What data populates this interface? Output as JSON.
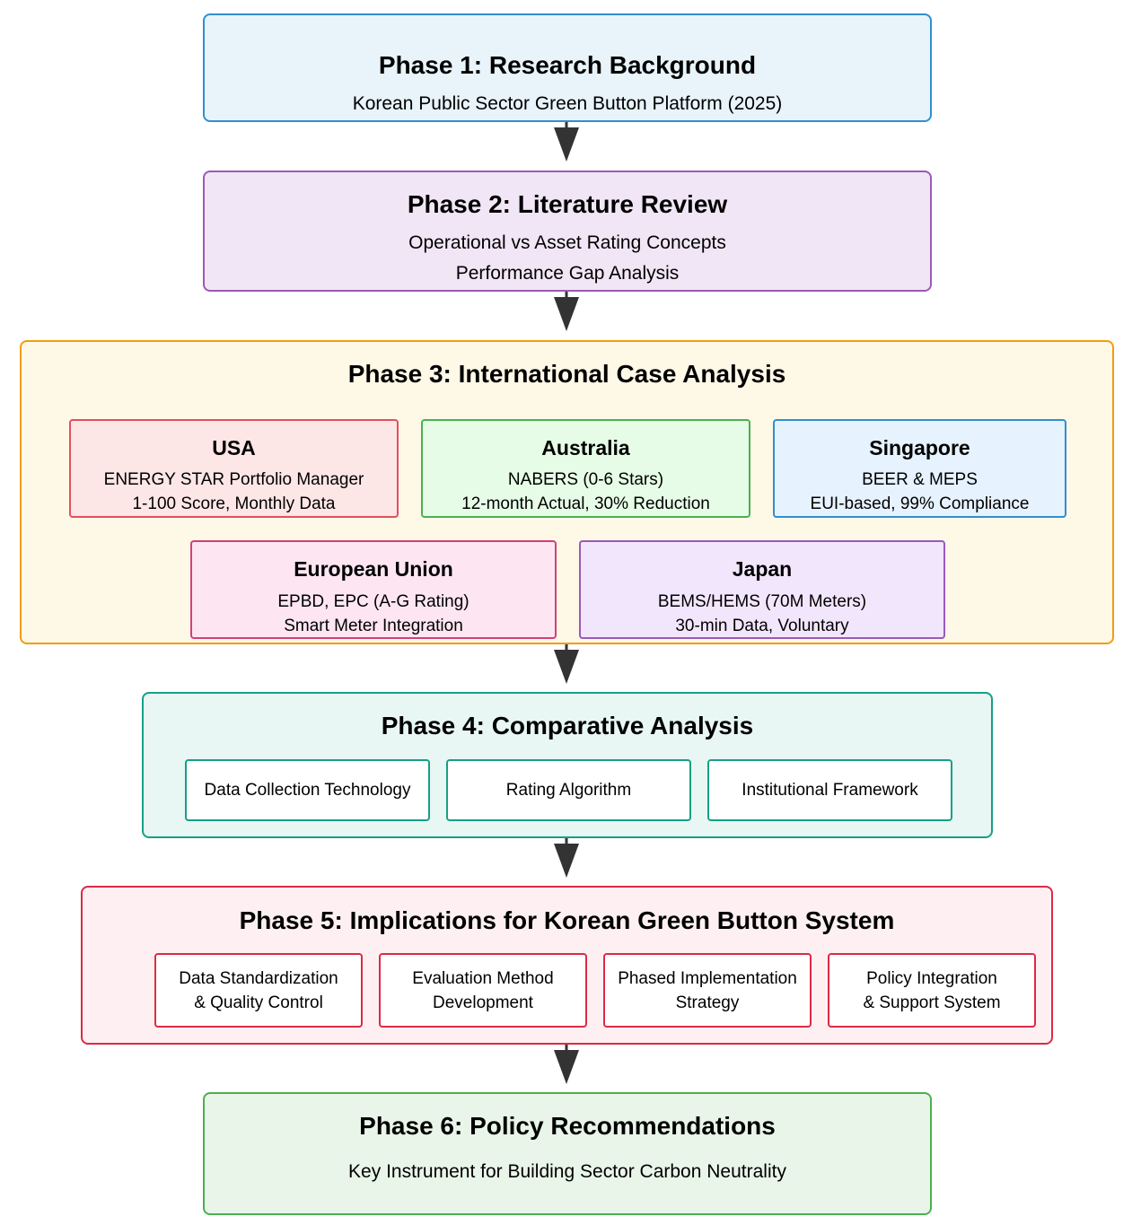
{
  "phases": [
    {
      "title": "Phase 1: Research Background",
      "lines": [
        "Korean Public Sector Green Button Platform (2025)"
      ],
      "fill": "#e8f4fa",
      "border": "#2f8fd0"
    },
    {
      "title": "Phase 2: Literature Review",
      "lines": [
        "Operational vs Asset Rating Concepts",
        "Performance Gap Analysis"
      ],
      "fill": "#f1e6f5",
      "border": "#9b59b6"
    },
    {
      "title": "Phase 3: International Case Analysis",
      "fill": "#fef8e7",
      "border": "#f39c12",
      "countries": [
        {
          "name": "USA",
          "lines": [
            "ENERGY STAR Portfolio Manager",
            "1-100 Score, Monthly Data"
          ],
          "fill": "#fde6e6",
          "border": "#e05060"
        },
        {
          "name": "Australia",
          "lines": [
            "NABERS (0-6 Stars)",
            "12-month Actual, 30% Reduction"
          ],
          "fill": "#e6fce6",
          "border": "#4caf50"
        },
        {
          "name": "Singapore",
          "lines": [
            "BEER & MEPS",
            "EUI-based, 99% Compliance"
          ],
          "fill": "#e6f2fe",
          "border": "#2f8fd0"
        },
        {
          "name": "European Union",
          "lines": [
            "EPBD, EPC (A-G Rating)",
            "Smart Meter Integration"
          ],
          "fill": "#fde6f1",
          "border": "#d0407a"
        },
        {
          "name": "Japan",
          "lines": [
            "BEMS/HEMS (70M Meters)",
            "30-min Data, Voluntary"
          ],
          "fill": "#f2e6fd",
          "border": "#9b59b6"
        }
      ]
    },
    {
      "title": "Phase 4: Comparative Analysis",
      "fill": "#e8f6f4",
      "border": "#16a085",
      "items": [
        {
          "lines": [
            "Data Collection Technology"
          ]
        },
        {
          "lines": [
            "Rating Algorithm"
          ]
        },
        {
          "lines": [
            "Institutional Framework"
          ]
        }
      ]
    },
    {
      "title": "Phase 5: Implications for Korean Green Button System",
      "fill": "#fef0f2",
      "border": "#dc2a45",
      "items": [
        {
          "lines": [
            "Data Standardization",
            "& Quality Control"
          ]
        },
        {
          "lines": [
            "Evaluation Method",
            "Development"
          ]
        },
        {
          "lines": [
            "Phased Implementation",
            "Strategy"
          ]
        },
        {
          "lines": [
            "Policy Integration",
            "& Support System"
          ]
        }
      ]
    },
    {
      "title": "Phase 6: Policy Recommendations",
      "lines": [
        "Key Instrument for Building Sector Carbon Neutrality"
      ],
      "fill": "#e9f5e9",
      "border": "#4caf50"
    }
  ],
  "arrow_color": "#333333"
}
